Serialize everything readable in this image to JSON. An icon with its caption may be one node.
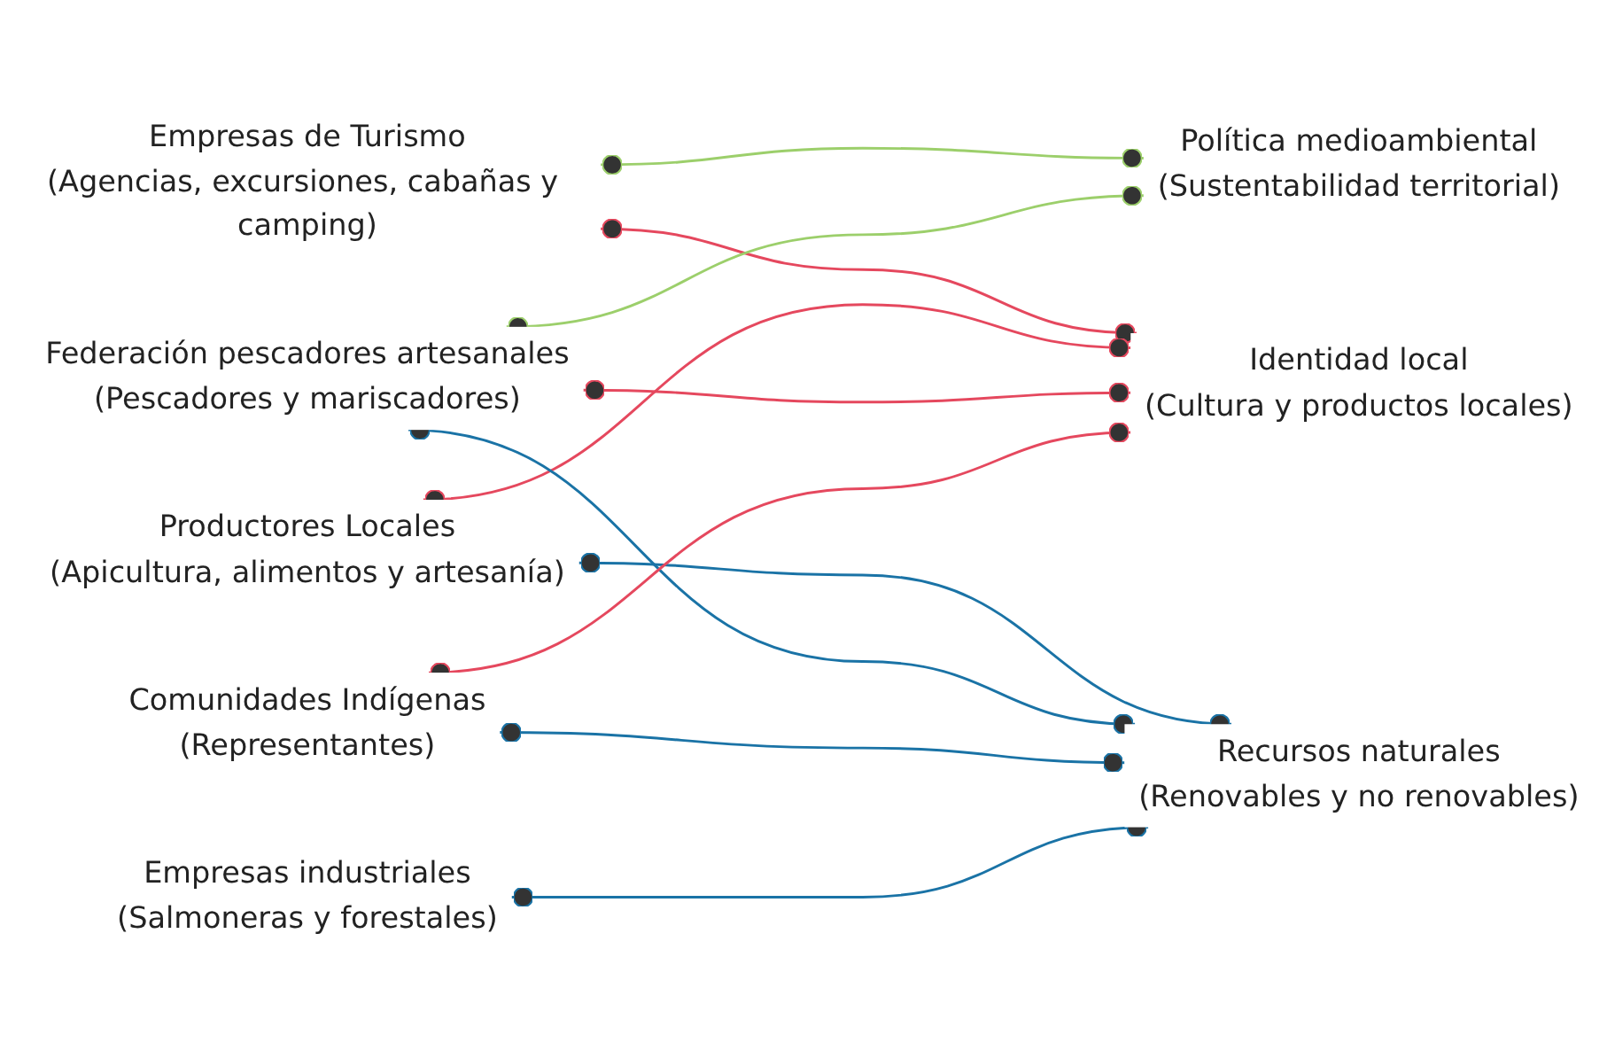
{
  "diagram": {
    "nodes": [
      {
        "text": [
          "Empresas de Turismo",
          "(Agencias, excursiones, cabañas y camping)"
        ]
      },
      {
        "text": [
          "Productores Locales",
          "(Apicultura, alimentos y artesanía)"
        ]
      },
      {
        "text": [
          "Federación pescadores artesanales",
          "(Pescadores y mariscadores)"
        ]
      },
      {
        "text": [
          "Comunidades Indígenas",
          "(Representantes)"
        ]
      },
      {
        "text": [
          "Empresas industriales",
          "(Salmoneras y forestales)"
        ]
      },
      {
        "text": [
          "Recursos naturales",
          "(Renovables y no renovables)"
        ]
      },
      {
        "text": [
          "Política medioambiental",
          "(Sustentabilidad territorial)"
        ]
      },
      {
        "text": [
          "Identidad local",
          "(Cultura y productos locales)"
        ]
      }
    ],
    "edges": [
      {
        "from": 0,
        "to": 6,
        "arrow": "other",
        "color": "#9ccf6b"
      },
      {
        "from": 0,
        "to": 7,
        "arrow": "other",
        "color": "#e5485e"
      },
      {
        "from": 1,
        "to": 5,
        "arrow": "other",
        "color": "#1a73a6"
      },
      {
        "from": 1,
        "to": 7,
        "arrow": "other",
        "color": "#e5485e"
      },
      {
        "from": 2,
        "to": 5,
        "arrow": "other",
        "color": "#1a73a6"
      },
      {
        "from": 2,
        "to": 6,
        "arrow": "other",
        "color": "#9ccf6b"
      },
      {
        "from": 2,
        "to": 7,
        "arrow": "other",
        "color": "#e5485e"
      },
      {
        "from": 3,
        "to": 5,
        "arrow": "other",
        "color": "#1a73a6"
      },
      {
        "from": 3,
        "to": 7,
        "arrow": "other",
        "color": "#e5485e"
      },
      {
        "from": 4,
        "to": 5,
        "arrow": "other",
        "color": "#1a73a6"
      }
    ]
  }
}
